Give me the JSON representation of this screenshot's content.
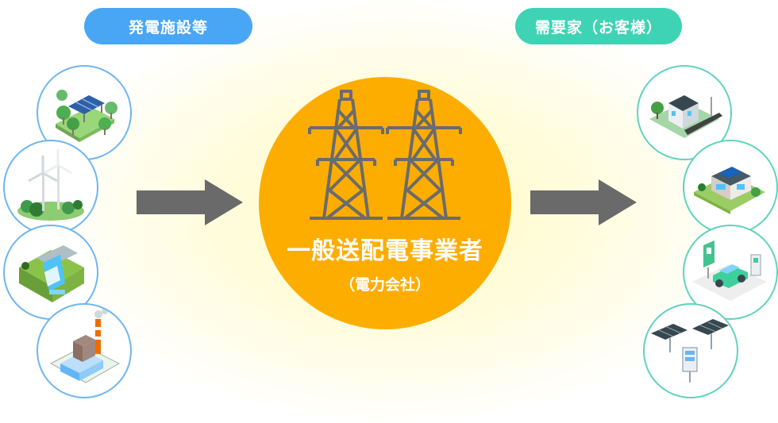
{
  "left_group": {
    "label": "発電施設等"
  },
  "right_group": {
    "label": "需要家（お客様）"
  },
  "hub": {
    "title": "一般送配電事業者",
    "subtitle": "（電力会社）"
  },
  "colors": {
    "left_pill": "#49a6f5",
    "right_pill": "#3ed3b4",
    "hub": "#fdad00",
    "arrow": "#6a6a6a",
    "tower": "#6b6b6b"
  },
  "generation_icons": [
    "solar-farm-icon",
    "wind-turbine-icon",
    "hydro-dam-icon",
    "thermal-power-plant-icon"
  ],
  "consumer_icons": [
    "house-icon",
    "modern-house-icon",
    "ev-charging-station-icon",
    "solar-panel-array-icon"
  ]
}
